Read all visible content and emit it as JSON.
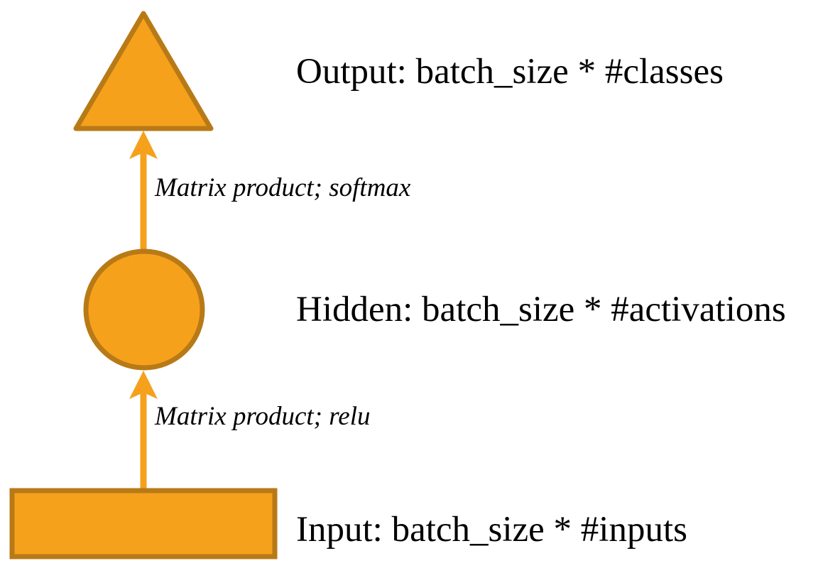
{
  "diagram": {
    "title": "Neural network layer diagram",
    "background_color": "#ffffff",
    "shape_fill_color": "#F5A11C",
    "shape_border_color": "#B87A17",
    "arrow_color": "#F5A11C",
    "text_color": "#000000",
    "nodes": [
      {
        "id": "output",
        "shape": "triangle",
        "icon": "triangle-shape",
        "label": "Output: batch_size * #classes"
      },
      {
        "id": "hidden",
        "shape": "circle",
        "icon": "circle-shape",
        "label": "Hidden: batch_size * #activations"
      },
      {
        "id": "input",
        "shape": "rectangle",
        "icon": "rectangle-shape",
        "label": "Input: batch_size * #inputs"
      }
    ],
    "edges": [
      {
        "id": "hidden-to-output",
        "from": "hidden",
        "to": "output",
        "icon": "arrow-up-icon",
        "label": "Matrix product; softmax"
      },
      {
        "id": "input-to-hidden",
        "from": "input",
        "to": "hidden",
        "icon": "arrow-up-icon",
        "label": "Matrix product; relu"
      }
    ]
  }
}
